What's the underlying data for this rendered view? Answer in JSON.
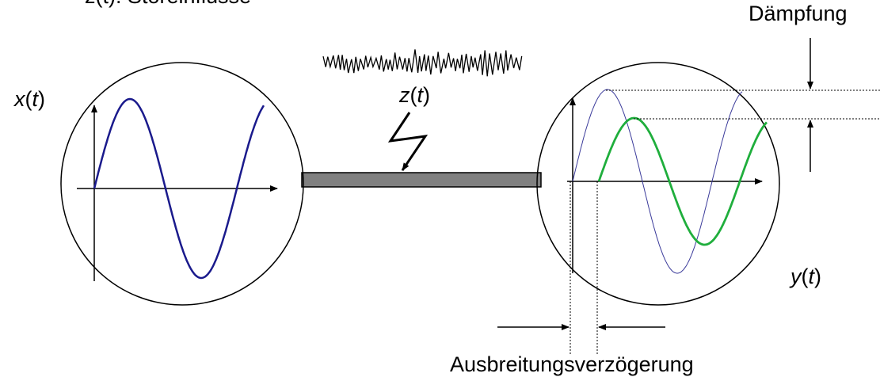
{
  "header_fragment": "z(t): Störeinflüsse",
  "labels": {
    "input": {
      "var": "x",
      "arg": "t"
    },
    "noise": {
      "var": "z",
      "arg": "t"
    },
    "output": {
      "var": "y",
      "arg": "t"
    },
    "attenuation": "Dämpfung",
    "delay": "Ausbreitungsverzögerung"
  },
  "colors": {
    "input": "#1a1a8c",
    "input_ghost": "#3a3a9a",
    "output": "#1fae3c",
    "line": "#000000",
    "channel": "#808080"
  }
}
